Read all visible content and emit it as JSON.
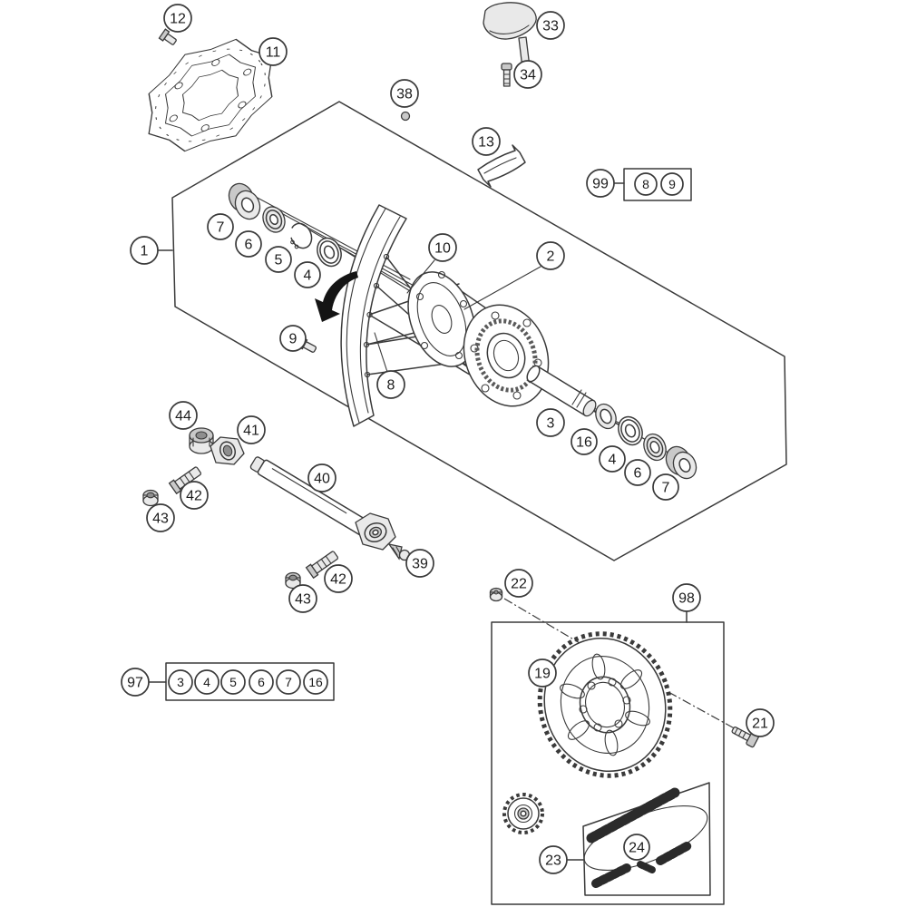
{
  "figure": {
    "kind": "exploded-parts-diagram",
    "subject": "rear wheel assembly with brake disc, hub, axle, sprocket and chain kit"
  },
  "colors": {
    "line": "#3a3a3a",
    "text": "#1c1c1c",
    "background": "#ffffff",
    "arrow": "#141414",
    "metal_light": "#e9e9e9",
    "metal_mid": "#c9c9c9",
    "metal_dark": "#8e8e8e"
  },
  "callouts": {
    "c1": {
      "label": "1"
    },
    "c2": {
      "label": "2"
    },
    "c3": {
      "label": "3"
    },
    "c4l": {
      "label": "4"
    },
    "c4r": {
      "label": "4"
    },
    "c5": {
      "label": "5"
    },
    "c6l": {
      "label": "6"
    },
    "c6r": {
      "label": "6"
    },
    "c7l": {
      "label": "7"
    },
    "c7r": {
      "label": "7"
    },
    "c8": {
      "label": "8"
    },
    "c9": {
      "label": "9"
    },
    "c10": {
      "label": "10"
    },
    "c11": {
      "label": "11"
    },
    "c12": {
      "label": "12"
    },
    "c13": {
      "label": "13"
    },
    "c16": {
      "label": "16"
    },
    "c19": {
      "label": "19"
    },
    "c21": {
      "label": "21"
    },
    "c22": {
      "label": "22"
    },
    "c23": {
      "label": "23"
    },
    "c24": {
      "label": "24"
    },
    "c33": {
      "label": "33"
    },
    "c34": {
      "label": "34"
    },
    "c38": {
      "label": "38"
    },
    "c39": {
      "label": "39"
    },
    "c40": {
      "label": "40"
    },
    "c41": {
      "label": "41"
    },
    "c42a": {
      "label": "42"
    },
    "c42b": {
      "label": "42"
    },
    "c43a": {
      "label": "43"
    },
    "c43b": {
      "label": "43"
    },
    "c44": {
      "label": "44"
    }
  },
  "groups": {
    "box97": {
      "label": "97",
      "members": [
        "3",
        "4",
        "5",
        "6",
        "7",
        "16"
      ]
    },
    "box98": {
      "label": "98"
    },
    "box99": {
      "label": "99",
      "members": [
        "8",
        "9"
      ]
    }
  }
}
